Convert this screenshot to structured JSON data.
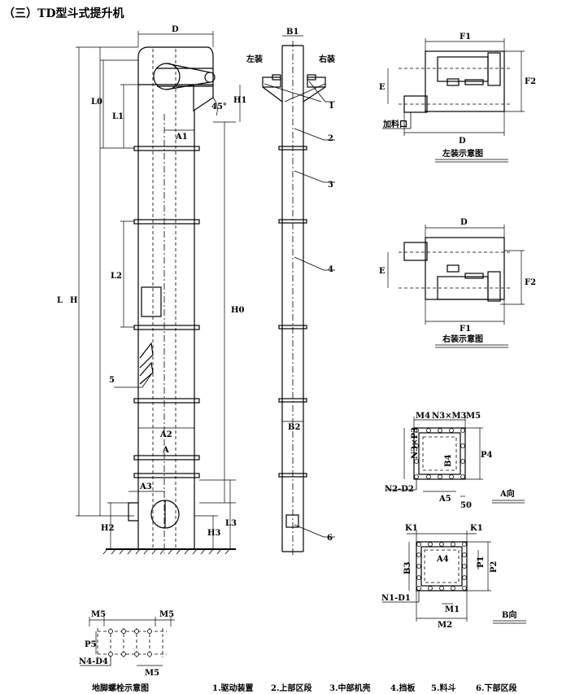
{
  "title": "（三）TD型斗式提升机",
  "elevator": {
    "labels": {
      "D": "D",
      "L0": "L0",
      "L1": "L1",
      "H1": "H1",
      "angle": "45°",
      "A1": "A1",
      "L2": "L2",
      "L": "L",
      "H": "H",
      "H0": "H0",
      "A2": "A2",
      "A": "A",
      "A3": "A3",
      "H2": "H2",
      "H3": "H3",
      "L3": "L3",
      "callout5": "5"
    }
  },
  "side_view": {
    "labels": {
      "B1": "B1",
      "left_install": "左装",
      "right_install": "右装",
      "B2": "B2",
      "callouts": [
        "1",
        "2",
        "3",
        "4",
        "6"
      ]
    }
  },
  "left_view": {
    "labels": {
      "F1": "F1",
      "F2": "F2",
      "E": "E",
      "D": "D",
      "inlet": "加料口"
    },
    "caption": "左装示意图"
  },
  "right_view": {
    "labels": {
      "D": "D",
      "E": "E",
      "F2": "F2",
      "F1": "F1"
    },
    "caption": "右装示意图"
  },
  "view_a": {
    "labels": {
      "M4": "M4",
      "N3M3": "N3×M3",
      "M5": "M5",
      "N3P3": "N3×P3",
      "P4": "P4",
      "B4": "B4",
      "N2D2": "N2-D2",
      "A5": "A5",
      "dim50": "50"
    },
    "caption": "A向"
  },
  "view_b": {
    "labels": {
      "K1a": "K1",
      "K1b": "K1",
      "A4": "A4",
      "P1": "P1",
      "P2": "P2",
      "B3": "B3",
      "N1D1": "N1-D1",
      "M1": "M1",
      "M2": "M2"
    },
    "caption": "B向"
  },
  "bolt_view": {
    "labels": {
      "M5a": "M5",
      "M5b": "M5",
      "P5": "P5",
      "N4D4": "N4-D4",
      "M5c": "M5"
    },
    "caption": "地脚螺栓示意图"
  },
  "legend": [
    "1.驱动装置",
    "2.上部区段",
    "3.中部机壳",
    "4.挡板",
    "5.料斗",
    "6.下部区段"
  ]
}
